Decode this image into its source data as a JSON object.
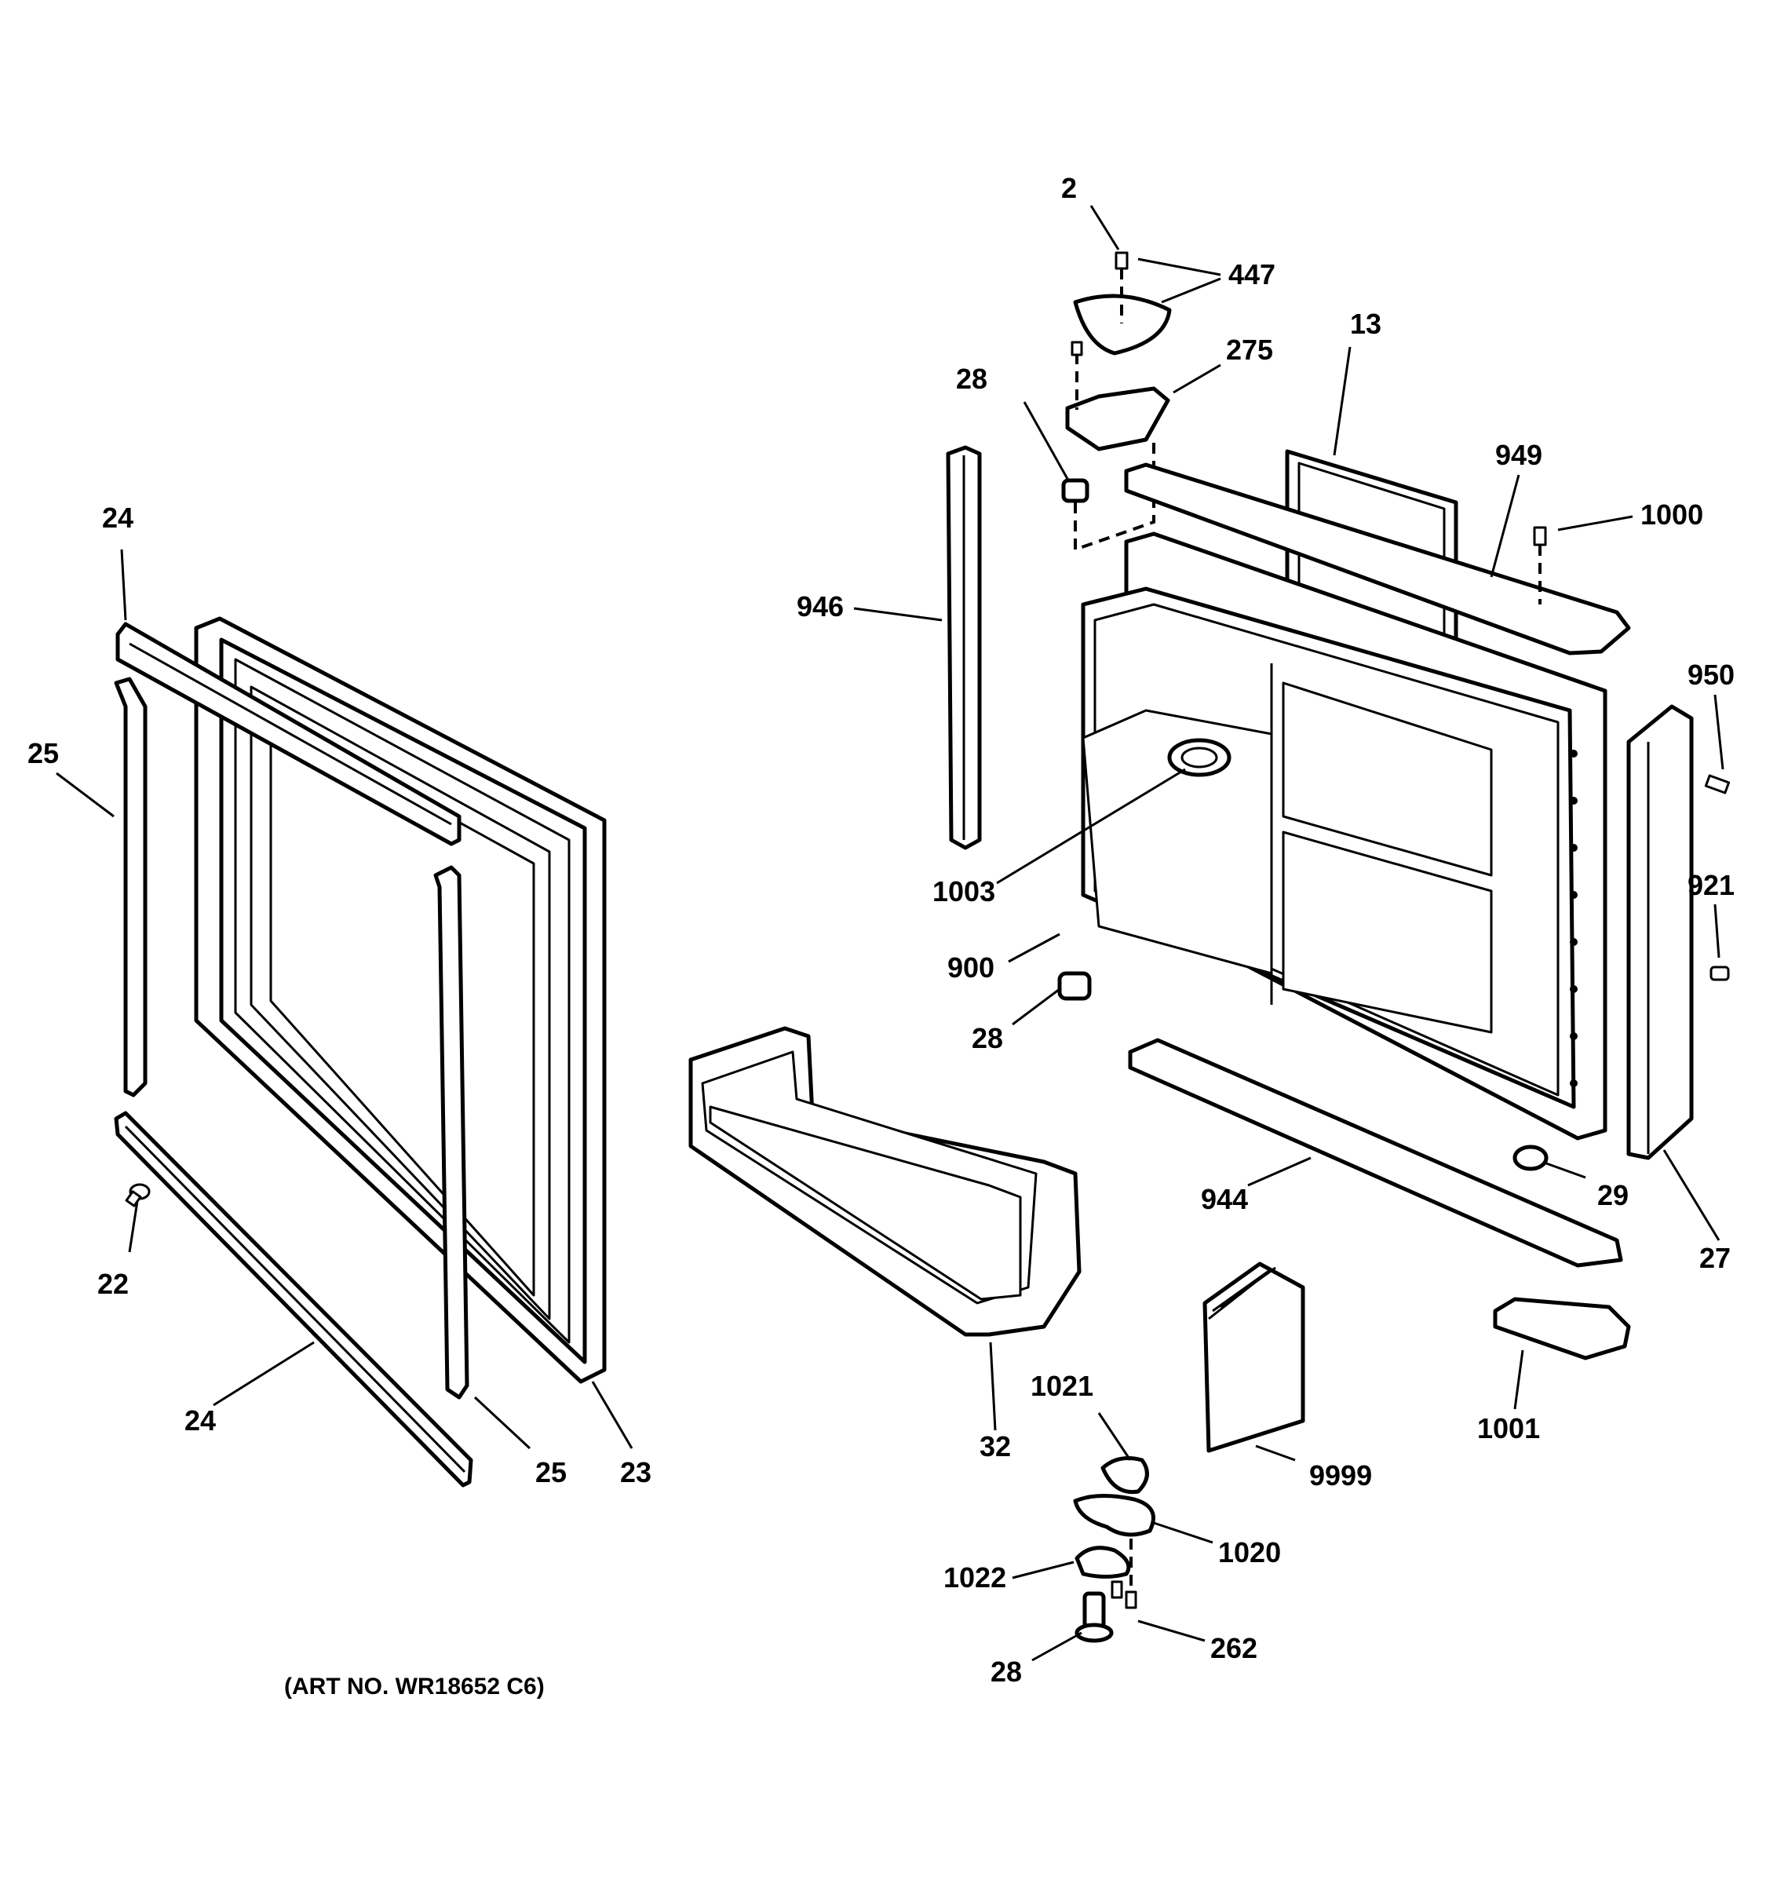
{
  "callouts": {
    "p2": "2",
    "p447": "447",
    "p275": "275",
    "p13": "13",
    "p28_top": "28",
    "p949": "949",
    "p1000": "1000",
    "p946": "946",
    "p950": "950",
    "p24_top": "24",
    "p25_left": "25",
    "p921": "921",
    "p1003": "1003",
    "p900": "900",
    "p28_mid": "28",
    "p22": "22",
    "p944": "944",
    "p29": "29",
    "p27": "27",
    "p1021": "1021",
    "p24_bottom": "24",
    "p25_bottom": "25",
    "p23": "23",
    "p32": "32",
    "p1001": "1001",
    "p9999": "9999",
    "p1020": "1020",
    "p1022": "1022",
    "p262": "262",
    "p28_bottom": "28"
  },
  "caption": "(ART NO. WR18652 C6)"
}
